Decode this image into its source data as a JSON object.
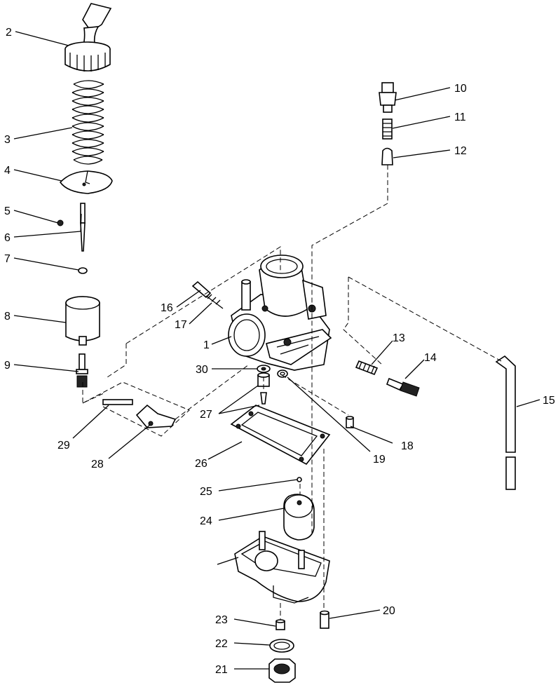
{
  "diagram": {
    "callouts": [
      {
        "id": "c1",
        "text": "1"
      },
      {
        "id": "c2",
        "text": "2"
      },
      {
        "id": "c3",
        "text": "3"
      },
      {
        "id": "c4",
        "text": "4"
      },
      {
        "id": "c5",
        "text": "5"
      },
      {
        "id": "c6",
        "text": "6"
      },
      {
        "id": "c7",
        "text": "7"
      },
      {
        "id": "c8",
        "text": "8"
      },
      {
        "id": "c9",
        "text": "9"
      },
      {
        "id": "c10",
        "text": "10"
      },
      {
        "id": "c11",
        "text": "11"
      },
      {
        "id": "c12",
        "text": "12"
      },
      {
        "id": "c13",
        "text": "13"
      },
      {
        "id": "c14",
        "text": "14"
      },
      {
        "id": "c15",
        "text": "15"
      },
      {
        "id": "c16",
        "text": "16"
      },
      {
        "id": "c17",
        "text": "17"
      },
      {
        "id": "c18",
        "text": "18"
      },
      {
        "id": "c19",
        "text": "19"
      },
      {
        "id": "c20",
        "text": "20"
      },
      {
        "id": "c21",
        "text": "21"
      },
      {
        "id": "c22",
        "text": "22"
      },
      {
        "id": "c23",
        "text": "23"
      },
      {
        "id": "c24",
        "text": "24"
      },
      {
        "id": "c25",
        "text": "25"
      },
      {
        "id": "c26",
        "text": "26"
      },
      {
        "id": "c27",
        "text": "27"
      },
      {
        "id": "c28",
        "text": "28"
      },
      {
        "id": "c29",
        "text": "29"
      },
      {
        "id": "c30",
        "text": "30"
      }
    ],
    "colors": {
      "ink": "#000000",
      "paper": "#ffffff"
    }
  }
}
